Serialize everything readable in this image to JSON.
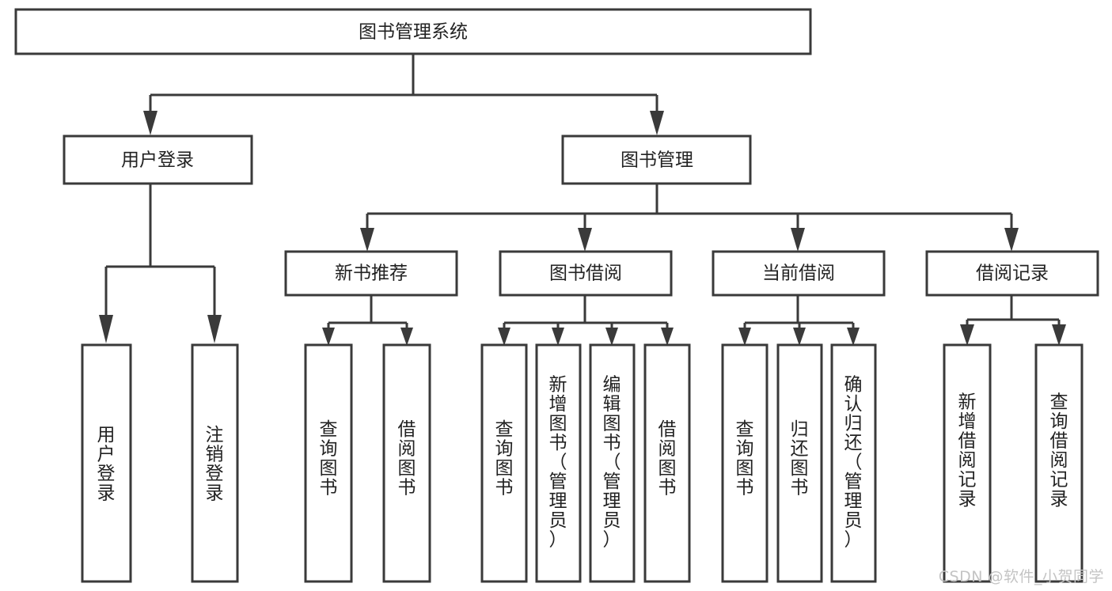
{
  "diagram": {
    "title": "图书管理系统",
    "type": "tree-hierarchy-flowchart",
    "colors": {
      "background": "#ffffff",
      "box_fill": "#ffffff",
      "box_stroke": "#3a3a3a",
      "text": "#222222",
      "watermark": "#c4c4c4"
    },
    "nodes": {
      "root": {
        "label": "图书管理系统",
        "orientation": "horizontal"
      },
      "level2": [
        {
          "id": "user-login",
          "label": "用户登录",
          "orientation": "horizontal"
        },
        {
          "id": "book-manage",
          "label": "图书管理",
          "orientation": "horizontal"
        }
      ],
      "level3": [
        {
          "id": "new-book-recommend",
          "label": "新书推荐",
          "orientation": "horizontal"
        },
        {
          "id": "book-borrow",
          "label": "图书借阅",
          "orientation": "horizontal"
        },
        {
          "id": "current-borrow",
          "label": "当前借阅",
          "orientation": "horizontal"
        },
        {
          "id": "borrow-record",
          "label": "借阅记录",
          "orientation": "horizontal"
        }
      ],
      "leaves": [
        {
          "id": "leaf-user-login",
          "label": "用户登录",
          "parent": "user-login",
          "orientation": "vertical"
        },
        {
          "id": "leaf-logout",
          "label": "注销登录",
          "parent": "user-login",
          "orientation": "vertical"
        },
        {
          "id": "leaf-query-book-1",
          "label": "查询图书",
          "parent": "new-book-recommend",
          "orientation": "vertical"
        },
        {
          "id": "leaf-borrow-book-1",
          "label": "借阅图书",
          "parent": "new-book-recommend",
          "orientation": "vertical"
        },
        {
          "id": "leaf-query-book-2",
          "label": "查询图书",
          "parent": "book-borrow",
          "orientation": "vertical"
        },
        {
          "id": "leaf-add-book",
          "label": "新增图书（管理员）",
          "parent": "book-borrow",
          "orientation": "vertical"
        },
        {
          "id": "leaf-edit-book",
          "label": "编辑图书（管理员）",
          "parent": "book-borrow",
          "orientation": "vertical"
        },
        {
          "id": "leaf-borrow-book-2",
          "label": "借阅图书",
          "parent": "book-borrow",
          "orientation": "vertical"
        },
        {
          "id": "leaf-query-book-3",
          "label": "查询图书",
          "parent": "current-borrow",
          "orientation": "vertical"
        },
        {
          "id": "leaf-return-book",
          "label": "归还图书",
          "parent": "current-borrow",
          "orientation": "vertical"
        },
        {
          "id": "leaf-confirm-return",
          "label": "确认归还（管理员）",
          "parent": "current-borrow",
          "orientation": "vertical"
        },
        {
          "id": "leaf-add-record",
          "label": "新增借阅记录",
          "parent": "borrow-record",
          "orientation": "vertical"
        },
        {
          "id": "leaf-query-record",
          "label": "查询借阅记录",
          "parent": "borrow-record",
          "orientation": "vertical"
        }
      ]
    },
    "watermark": "CSDN @软件_小贺同学"
  }
}
